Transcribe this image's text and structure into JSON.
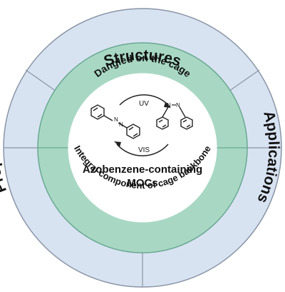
{
  "outer_ring": {
    "top": "Structures",
    "left": "Properties",
    "right": "Applications"
  },
  "inner_ring": {
    "top": "Dangled on the cage",
    "bottom": "Integral component of cage backbone"
  },
  "center": {
    "line1": "Azobenzene-containing",
    "line2": "MOCs"
  },
  "reaction": {
    "forward": "UV",
    "reverse": "VIS",
    "atom": "N"
  },
  "colors": {
    "outer_fill": "#d8e3f2",
    "outer_stroke": "#8a94a6",
    "inner_fill": "#a8d8c4",
    "inner_stroke": "#6aa892"
  }
}
